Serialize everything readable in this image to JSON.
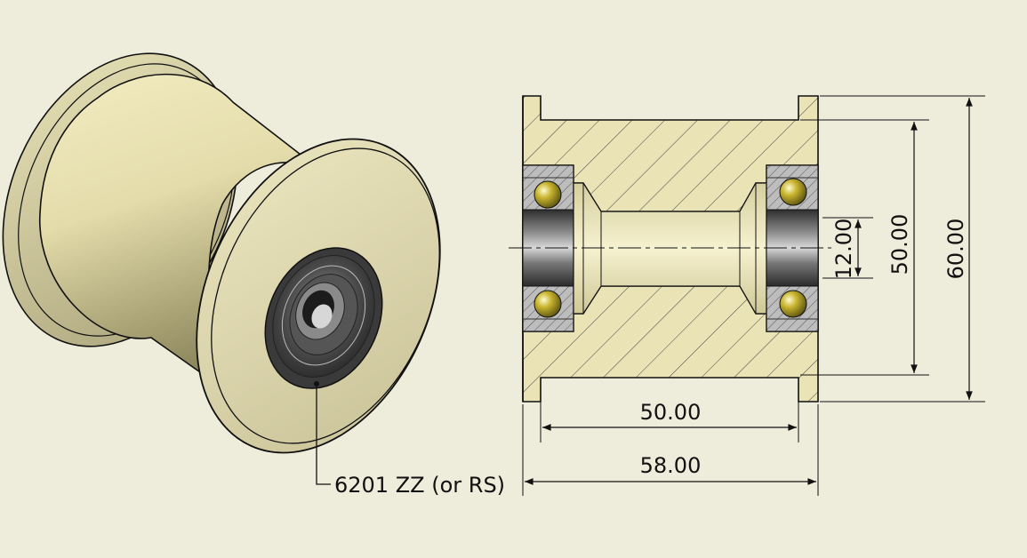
{
  "labels": {
    "bearing_callout": "6201 ZZ (or RS)"
  },
  "dimensions": {
    "bore_diameter": "12.00",
    "inner_diameter": "50.00",
    "outer_diameter": "60.00",
    "body_length": "50.00",
    "overall_length": "58.00"
  },
  "colors": {
    "background": "#eeecda",
    "body": "#e6dfae",
    "bearing_steel": "#555555",
    "ball": "#b5a42a"
  }
}
